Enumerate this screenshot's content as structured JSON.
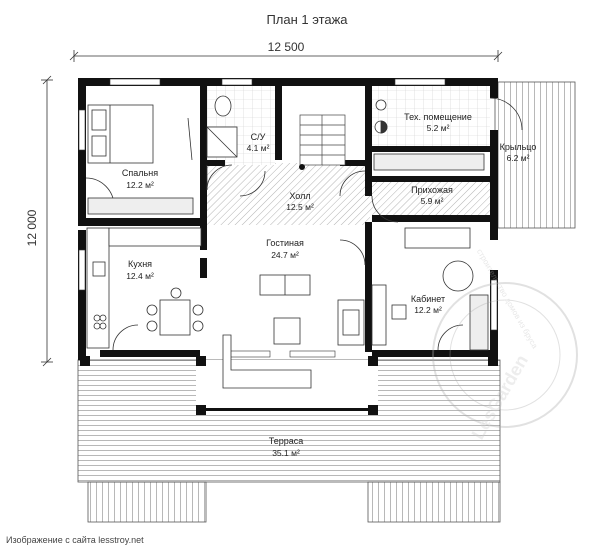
{
  "title": "План 1 этажа",
  "dimensions": {
    "width": "12 500",
    "height": "12 000"
  },
  "caption": "Изображение с сайта lesstroy.net",
  "watermark": {
    "brand": "LesGarden",
    "arc_text": "строительство домов из бруса"
  },
  "area_unit": "м²",
  "rooms": {
    "bedroom": {
      "name": "Спальня",
      "area": "12.2 м²"
    },
    "bathroom": {
      "name": "С/У",
      "area": "4.1 м²"
    },
    "tech": {
      "name": "Тех. помещение",
      "area": "5.2 м²"
    },
    "porch": {
      "name": "Крыльцо",
      "area": "6.2 м²"
    },
    "hall": {
      "name": "Холл",
      "area": "12.5 м²"
    },
    "entry": {
      "name": "Прихожая",
      "area": "5.9 м²"
    },
    "living": {
      "name": "Гостиная",
      "area": "24.7 м²"
    },
    "kitchen": {
      "name": "Кухня",
      "area": "12.4 м²"
    },
    "office": {
      "name": "Кабинет",
      "area": "12.2 м²"
    },
    "terrace": {
      "name": "Терраса",
      "area": "35.1 м²"
    }
  },
  "colors": {
    "wall": "#111111",
    "line": "#333333",
    "hatch": "#9a9a9a",
    "tile": "#c8c8c8"
  }
}
